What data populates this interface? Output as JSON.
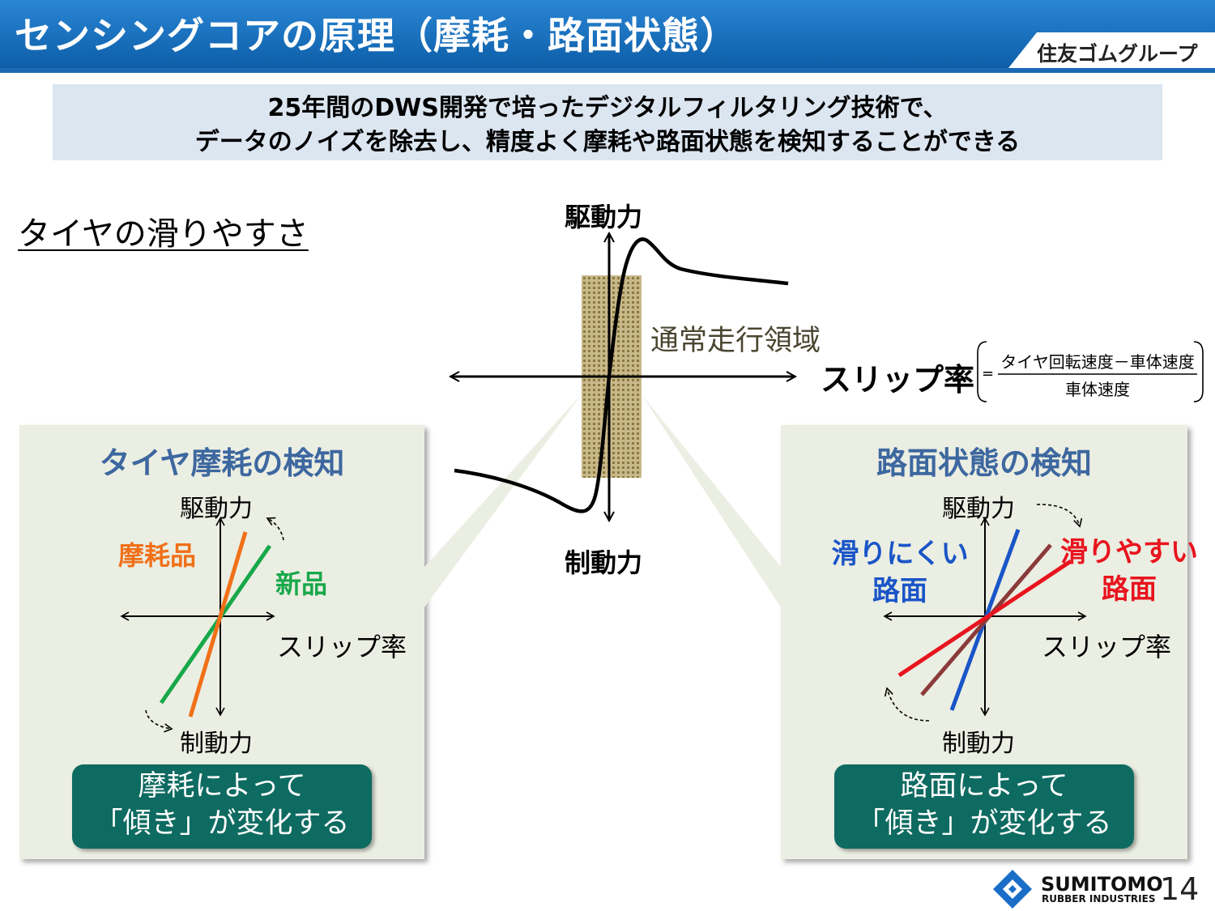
{
  "header": {
    "title": "センシングコアの原理（摩耗・路面状態）",
    "group_logo": "住友ゴムグループ"
  },
  "summary": {
    "line1": "25年間のDWS開発で培ったデジタルフィルタリング技術で、",
    "line2": "データのノイズを除去し、精度よく摩耗や路面状態を検知することができる"
  },
  "main": {
    "heading": "タイヤの滑りやすさ",
    "axis_top": "駆動力",
    "axis_bottom": "制動力",
    "axis_right": "スリップ率",
    "region_label": "通常走行領域",
    "formula": {
      "equals": "=",
      "numerator": "タイヤ回転速度－車体速度",
      "denominator": "車体速度"
    }
  },
  "left_panel": {
    "title": "タイヤ摩耗の検知",
    "axis_top": "駆動力",
    "axis_bottom": "制動力",
    "axis_right": "スリップ率",
    "worn_label": "摩耗品",
    "new_label": "新品",
    "note_line1": "摩耗によって",
    "note_line2": "「傾き」が変化する",
    "colors": {
      "worn": "#f07018",
      "new": "#18a84a"
    }
  },
  "right_panel": {
    "title": "路面状態の検知",
    "axis_top": "駆動力",
    "axis_bottom": "制動力",
    "axis_right": "スリップ率",
    "grippy_line1": "滑りにくい",
    "grippy_line2": "路面",
    "slippery_line1": "滑りやすい",
    "slippery_line2": "路面",
    "note_line1": "路面によって",
    "note_line2": "「傾き」が変化する",
    "colors": {
      "grippy": "#1a55c8",
      "slippery": "#e8141e",
      "middle": "#8b3a3a"
    }
  },
  "footer": {
    "company_line1": "SUMITOMO",
    "company_line2": "RUBBER INDUSTRIES",
    "page_number": "14"
  }
}
